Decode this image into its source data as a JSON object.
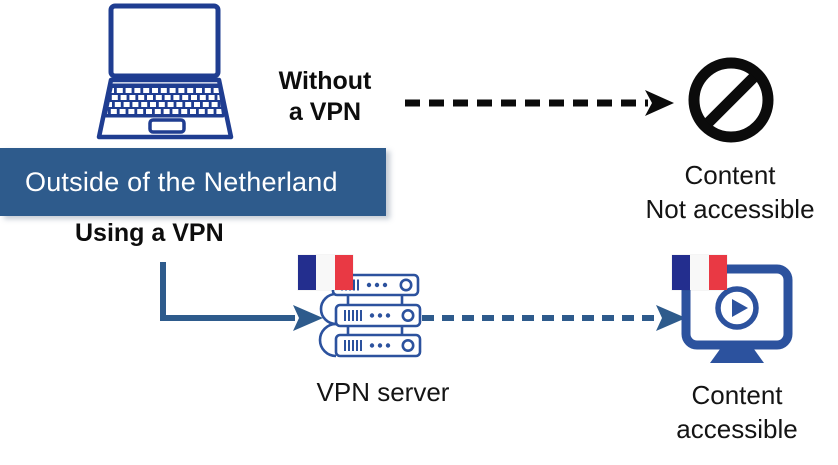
{
  "title": "VPN geo-access diagram",
  "colors": {
    "navy": "#1f3d91",
    "steel_blue": "#2e5b8c",
    "icon_blue": "#2c529e",
    "flag_blue": "#232e8e",
    "flag_red": "#e93944",
    "flag_white": "#f8f8f8",
    "ink": "#141414",
    "white": "#ffffff"
  },
  "banner": {
    "label": "Outside of the Netherland"
  },
  "labels": {
    "without_vpn": "Without\na VPN",
    "using_vpn": "Using a VPN",
    "content_blocked": "Content\nNot accessible",
    "vpn_server": "VPN server",
    "content_accessible": "Content\naccessible"
  },
  "icons": {
    "laptop": "laptop outline with keyboard and touchpad (navy line art)",
    "prohibition": "black circle with diagonal slash (no-entry sign)",
    "vpn_server": "stack of three server units with vents, dots and port circles",
    "monitor_play": "monitor with play button on screen and stand",
    "france_flag": "vertical tricolore blue-white-red"
  },
  "arrows": {
    "without_vpn_arrow": "black dashed arrow, laptop to blocked content",
    "using_vpn_arrow": "solid steel-blue elbow arrow, laptop to VPN server",
    "server_to_content_arrow": "steel-blue dashed arrow, VPN server to accessible content"
  }
}
